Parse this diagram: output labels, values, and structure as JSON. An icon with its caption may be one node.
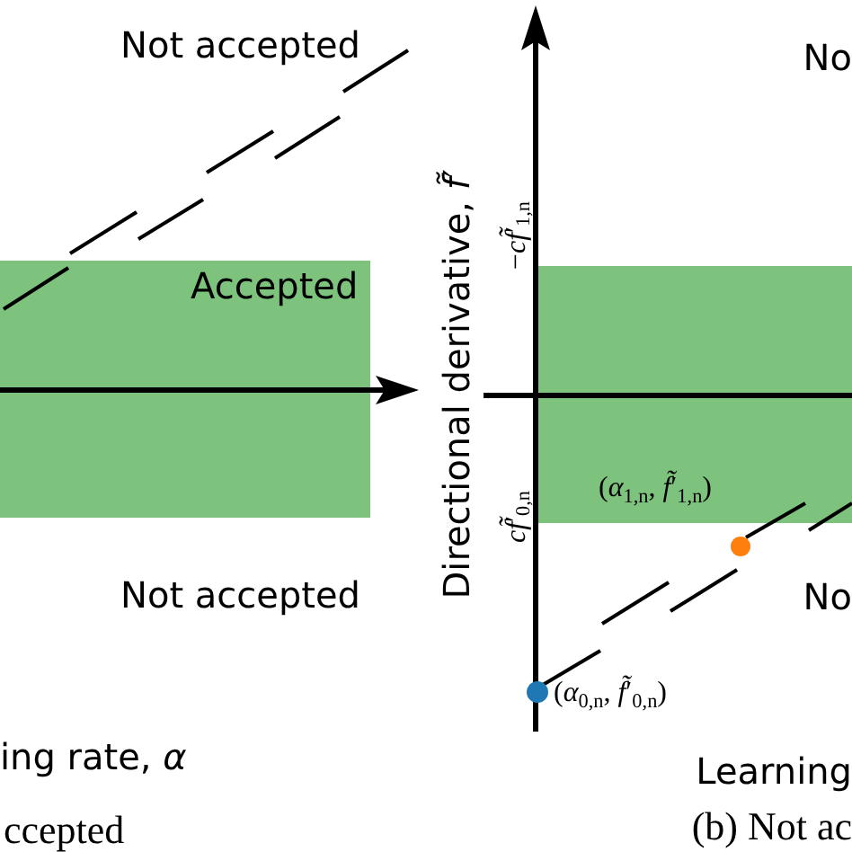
{
  "diagram": {
    "labels": [
      "Not accepted",
      "Accepted",
      "Not accepted",
      "ing rate, *α*",
      "ccepted",
      "Directional derivative, *f̃*′",
      "−*cf̃*′$_{1,n}$",
      "No",
      "*cf̃*′$_{0,n}$",
      "(*α*$_{1,n}$, *f̃*′$_{1,n}$)",
      "No",
      "(*α*$_{0,n}$, *f̃*′$_{0,n}$)",
      "Learning",
      "(b) Not ac"
    ]
  }
}
